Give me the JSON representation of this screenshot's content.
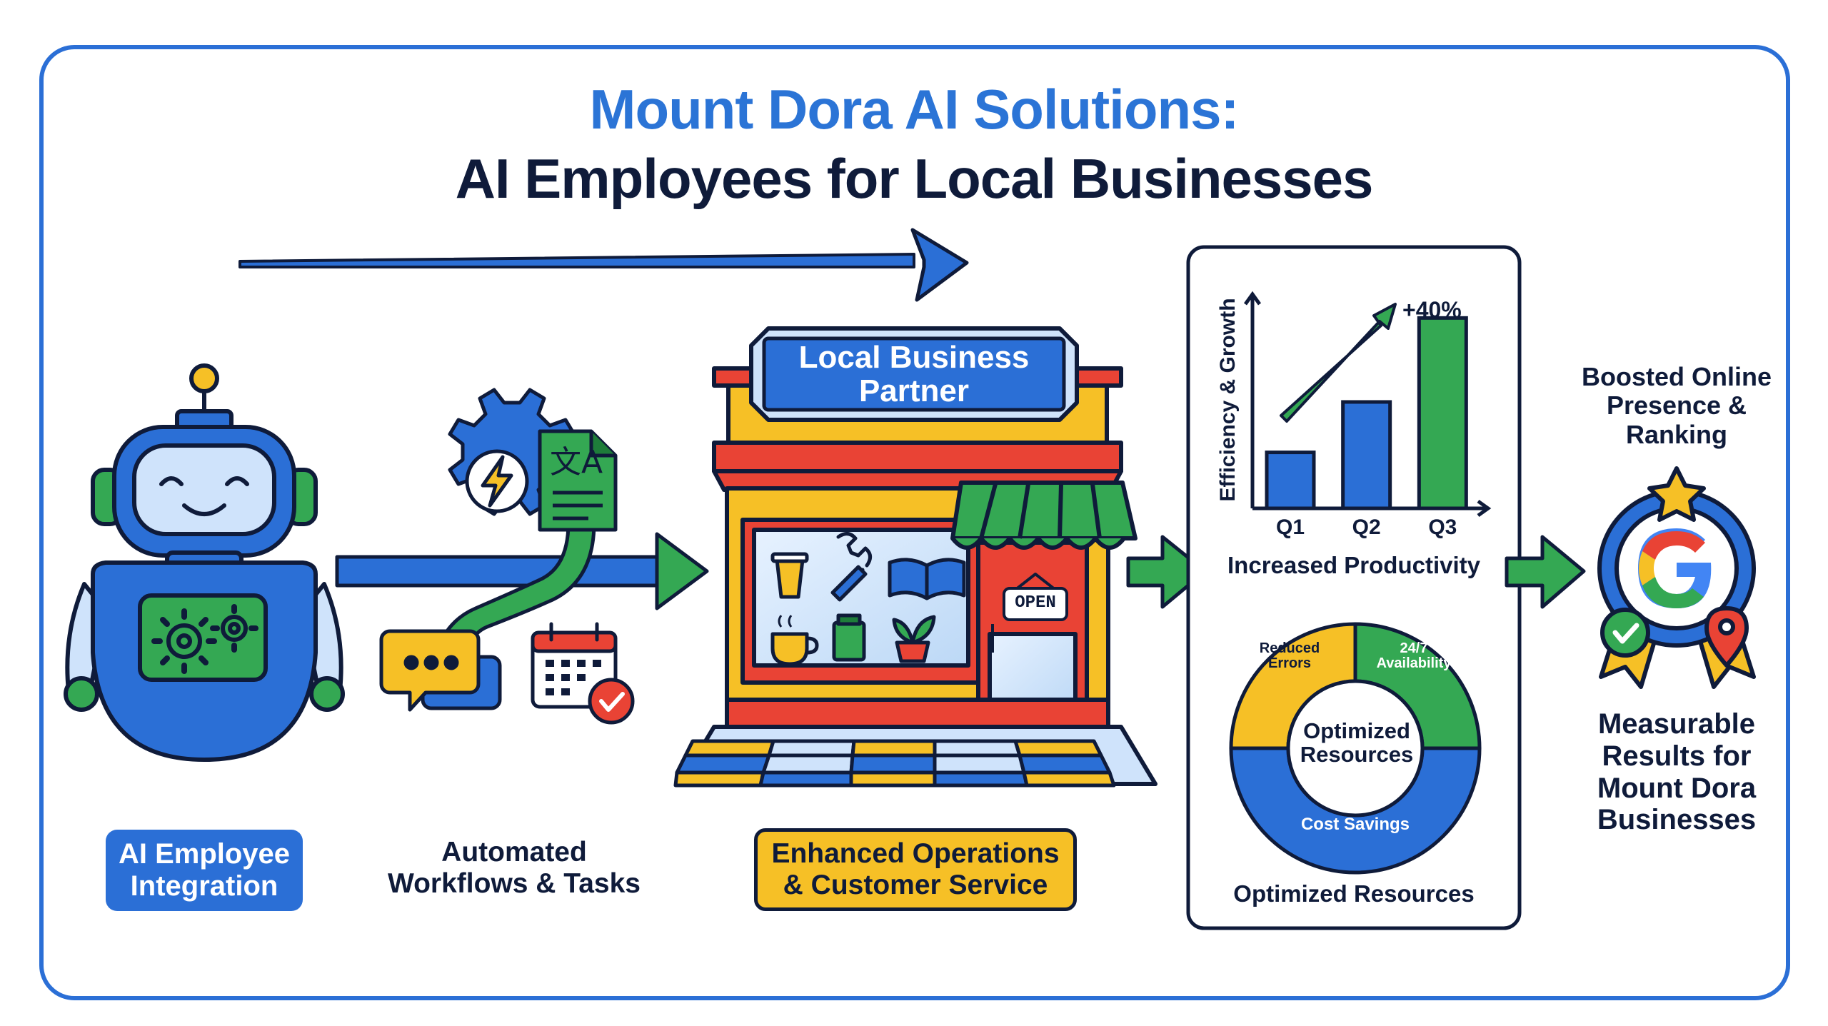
{
  "title": {
    "line1": "Mount Dora AI Solutions:",
    "line2": "AI Employees for Local Businesses"
  },
  "colors": {
    "blue": "#2b6fd6",
    "dark_blue": "#1f4fae",
    "green": "#34a853",
    "yellow": "#f6c026",
    "red": "#e94335",
    "navy": "#0f1b3a",
    "light_blue": "#cfe3fb"
  },
  "steps": {
    "ai_employee": {
      "line1": "AI Employee",
      "line2": "Integration",
      "icon": "robot-icon"
    },
    "workflows": {
      "line1": "Automated",
      "line2": "Workflows & Tasks",
      "icons": [
        "gear-lightning-icon",
        "document-translate-icon",
        "chat-bubbles-icon",
        "calendar-check-icon"
      ]
    },
    "operations": {
      "line1": "Enhanced Operations",
      "line2": "& Customer Service"
    }
  },
  "storefront": {
    "sign_line1": "Local Business",
    "sign_line2": "Partner",
    "door_sign": "OPEN",
    "window_icons": [
      "coffee-cup-icon",
      "wrench-icon",
      "book-icon",
      "hot-coffee-icon",
      "bag-icon",
      "plant-icon"
    ]
  },
  "results_panel": {
    "productivity": {
      "ylabel": "Efficiency & Growth",
      "caption": "Increased Productivity",
      "growth_label": "+40%"
    },
    "resources": {
      "center_line1": "Optimized",
      "center_line2": "Resources",
      "caption": "Optimized Resources"
    }
  },
  "outcome": {
    "top_line1": "Boosted Online",
    "top_line2": "Presence &",
    "top_line3": "Ranking",
    "badge_icon": "google-badge-icon",
    "bottom_line1": "Measurable",
    "bottom_line2": "Results for",
    "bottom_line3": "Mount Dora",
    "bottom_line4": "Businesses"
  },
  "chart_data": [
    {
      "type": "bar",
      "categories": [
        "Q1",
        "Q2",
        "Q3"
      ],
      "values": [
        1,
        1.9,
        3.4
      ],
      "ylabel": "Efficiency & Growth",
      "xlabel": "",
      "title": "",
      "annotations": [
        "+40%"
      ],
      "colors": [
        "#2b6fd6",
        "#2b6fd6",
        "#34a853"
      ]
    },
    {
      "type": "pie",
      "donut": true,
      "labels": [
        "Reduced Errors",
        "24/7 Availability",
        "Cost Savings"
      ],
      "values": [
        25,
        25,
        50
      ],
      "colors": [
        "#f6c026",
        "#34a853",
        "#2b6fd6"
      ],
      "center_text": "Optimized Resources"
    }
  ]
}
